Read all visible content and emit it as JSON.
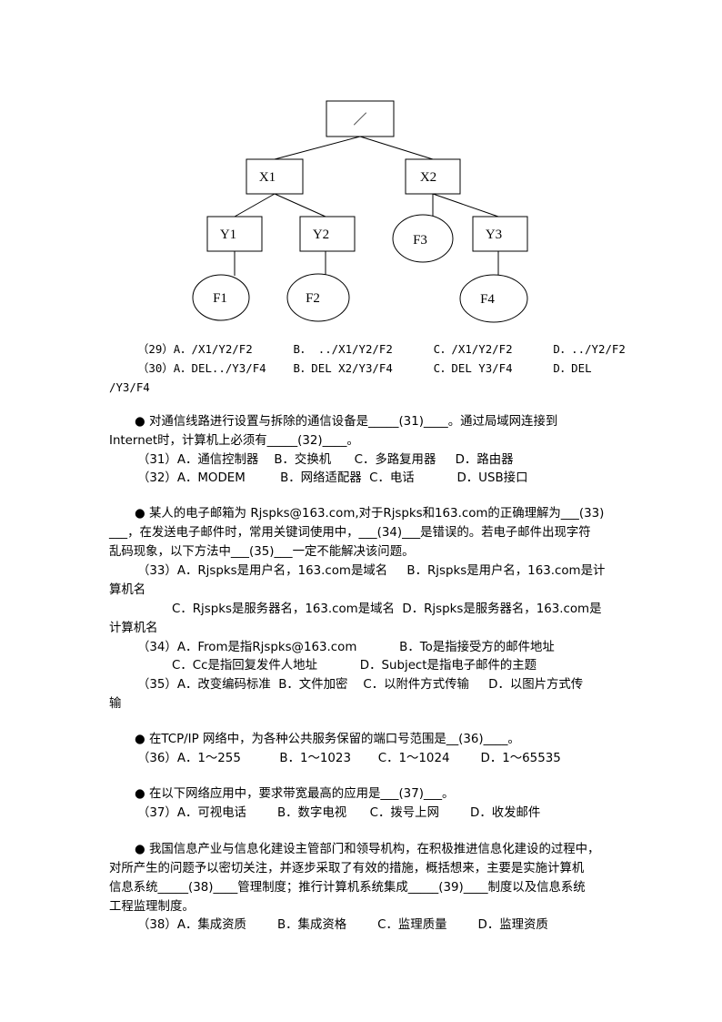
{
  "tree": {
    "root": "／",
    "x1": "X1",
    "x2": "X2",
    "y1": "Y1",
    "y2": "Y2",
    "y3": "Y3",
    "f1": "F1",
    "f2": "F2",
    "f3": "F3",
    "f4": "F4"
  },
  "lines": [
    "（29）A．/X1/Y2/F2      B． ../X1/Y2/F2      C．/X1/Y2/F2      D．../Y2/F2",
    "（30）A．DEL../Y3/F4    B．DEL X2/Y3/F4      C．DEL Y3/F4      D．DEL",
    "/Y3/F4",
    "● 对通信线路进行设置与拆除的通信设备是_____(31)____。通过局域网连接到",
    "Internet时，计算机上必须有_____(32)____。",
    "（31）A．通信控制器    B．交换机      C．多路复用器     D．路由器",
    "（32）A．MODEM         B．网络适配器  C．电话           D．USB接口",
    "● 某人的电子邮箱为 Rjspks@163.com,对于Rjspks和163.com的正确理解为___(33)",
    "___，在发送电子邮件时，常用关键词使用中，___(34)___是错误的。若电子邮件出现字符",
    "乱码现象，以下方法中___(35)___一定不能解决该问题。",
    "（33）A．Rjspks是用户名，163.com是域名     B．Rjspks是用户名，163.com是计",
    "算机名",
    "C．Rjspks是服务器名，163.com是域名  D．Rjspks是服务器名，163.com是",
    "计算机名",
    "（34）A．From是指Rjspks@163.com           B．To是指接受方的邮件地址",
    "C．Cc是指回复发件人地址           D．Subject是指电子邮件的主题",
    "（35）A．改变编码标准  B．文件加密    C．以附件方式传输     D．以图片方式传",
    "输",
    "● 在TCP/IP 网络中，为各种公共服务保留的端口号范围是__(36)____。",
    "（36）A．1～255          B．1～1023       C．1～1024        D．1～65535",
    "● 在以下网络应用中，要求带宽最高的应用是___(37)___。",
    "（37）A．可视电话        B．数字电视      C．拨号上网        D．收发邮件",
    "● 我国信息产业与信息化建设主管部门和领导机构，在积极推进信息化建设的过程中，",
    "对所产生的问题予以密切关注，并逐步采取了有效的措施，概括想来，主要是实施计算机",
    "信息系统_____(38)____管理制度；推行计算机系统集成_____(39)____制度以及信息系统",
    "工程监理制度。",
    "（38）A．集成资质        B．集成资格        C．监理质量        D．监理资质"
  ]
}
